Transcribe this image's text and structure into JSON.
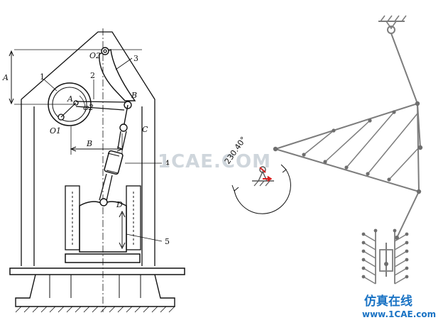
{
  "left_figure": {
    "labels": {
      "O2": "O2",
      "O1": "O1",
      "A": "A",
      "B": "B",
      "C": "C",
      "D": "D",
      "phi2": "φ2",
      "dim_A": "A",
      "dim_B": "B",
      "n1": "1",
      "n2": "2",
      "n3": "3",
      "n4": "4",
      "n5": "5"
    }
  },
  "right_figure": {
    "angle_label": "230.40°"
  },
  "watermark": "1CAE.COM",
  "logo": {
    "chinese": "仿真在线",
    "url": "www.1CAE.com"
  },
  "colors": {
    "line": "#111111",
    "mechanism_gray": "#7d7d7d",
    "joint_gray": "#6e6e6e",
    "accent_red": "#d92020",
    "logo_blue": "#1a73c4"
  }
}
